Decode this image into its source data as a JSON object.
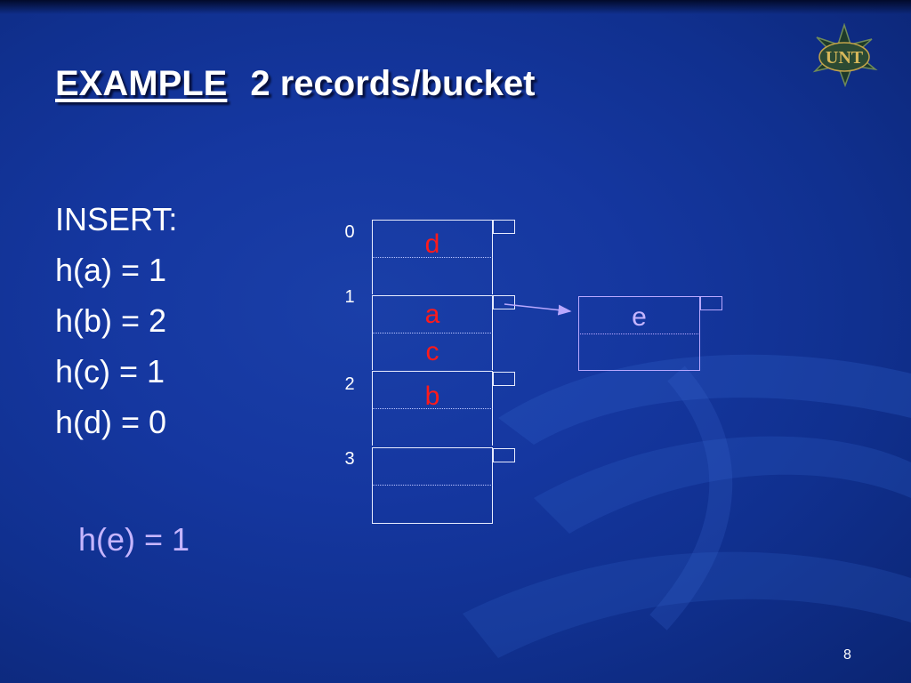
{
  "slide": {
    "title_underlined": "EXAMPLE",
    "title_rest": "2 records/bucket",
    "page_number": "8",
    "logo_text": "UNT"
  },
  "insert": {
    "lines": [
      "INSERT:",
      "h(a) = 1",
      "h(b) = 2",
      "h(c) = 1",
      "h(d) = 0"
    ],
    "overflow_line": "h(e) = 1"
  },
  "hash_table": {
    "buckets": [
      {
        "index": "0",
        "records": [
          "d",
          ""
        ]
      },
      {
        "index": "1",
        "records": [
          "a",
          "c"
        ]
      },
      {
        "index": "2",
        "records": [
          "b",
          ""
        ]
      },
      {
        "index": "3",
        "records": [
          "",
          ""
        ]
      }
    ],
    "overflow_bucket": {
      "records": [
        "e",
        ""
      ],
      "linked_from_bucket": "1"
    }
  },
  "colors": {
    "record_primary": "#ff1a1a",
    "record_overflow": "#c6b5ff",
    "background": "#1537a0"
  }
}
